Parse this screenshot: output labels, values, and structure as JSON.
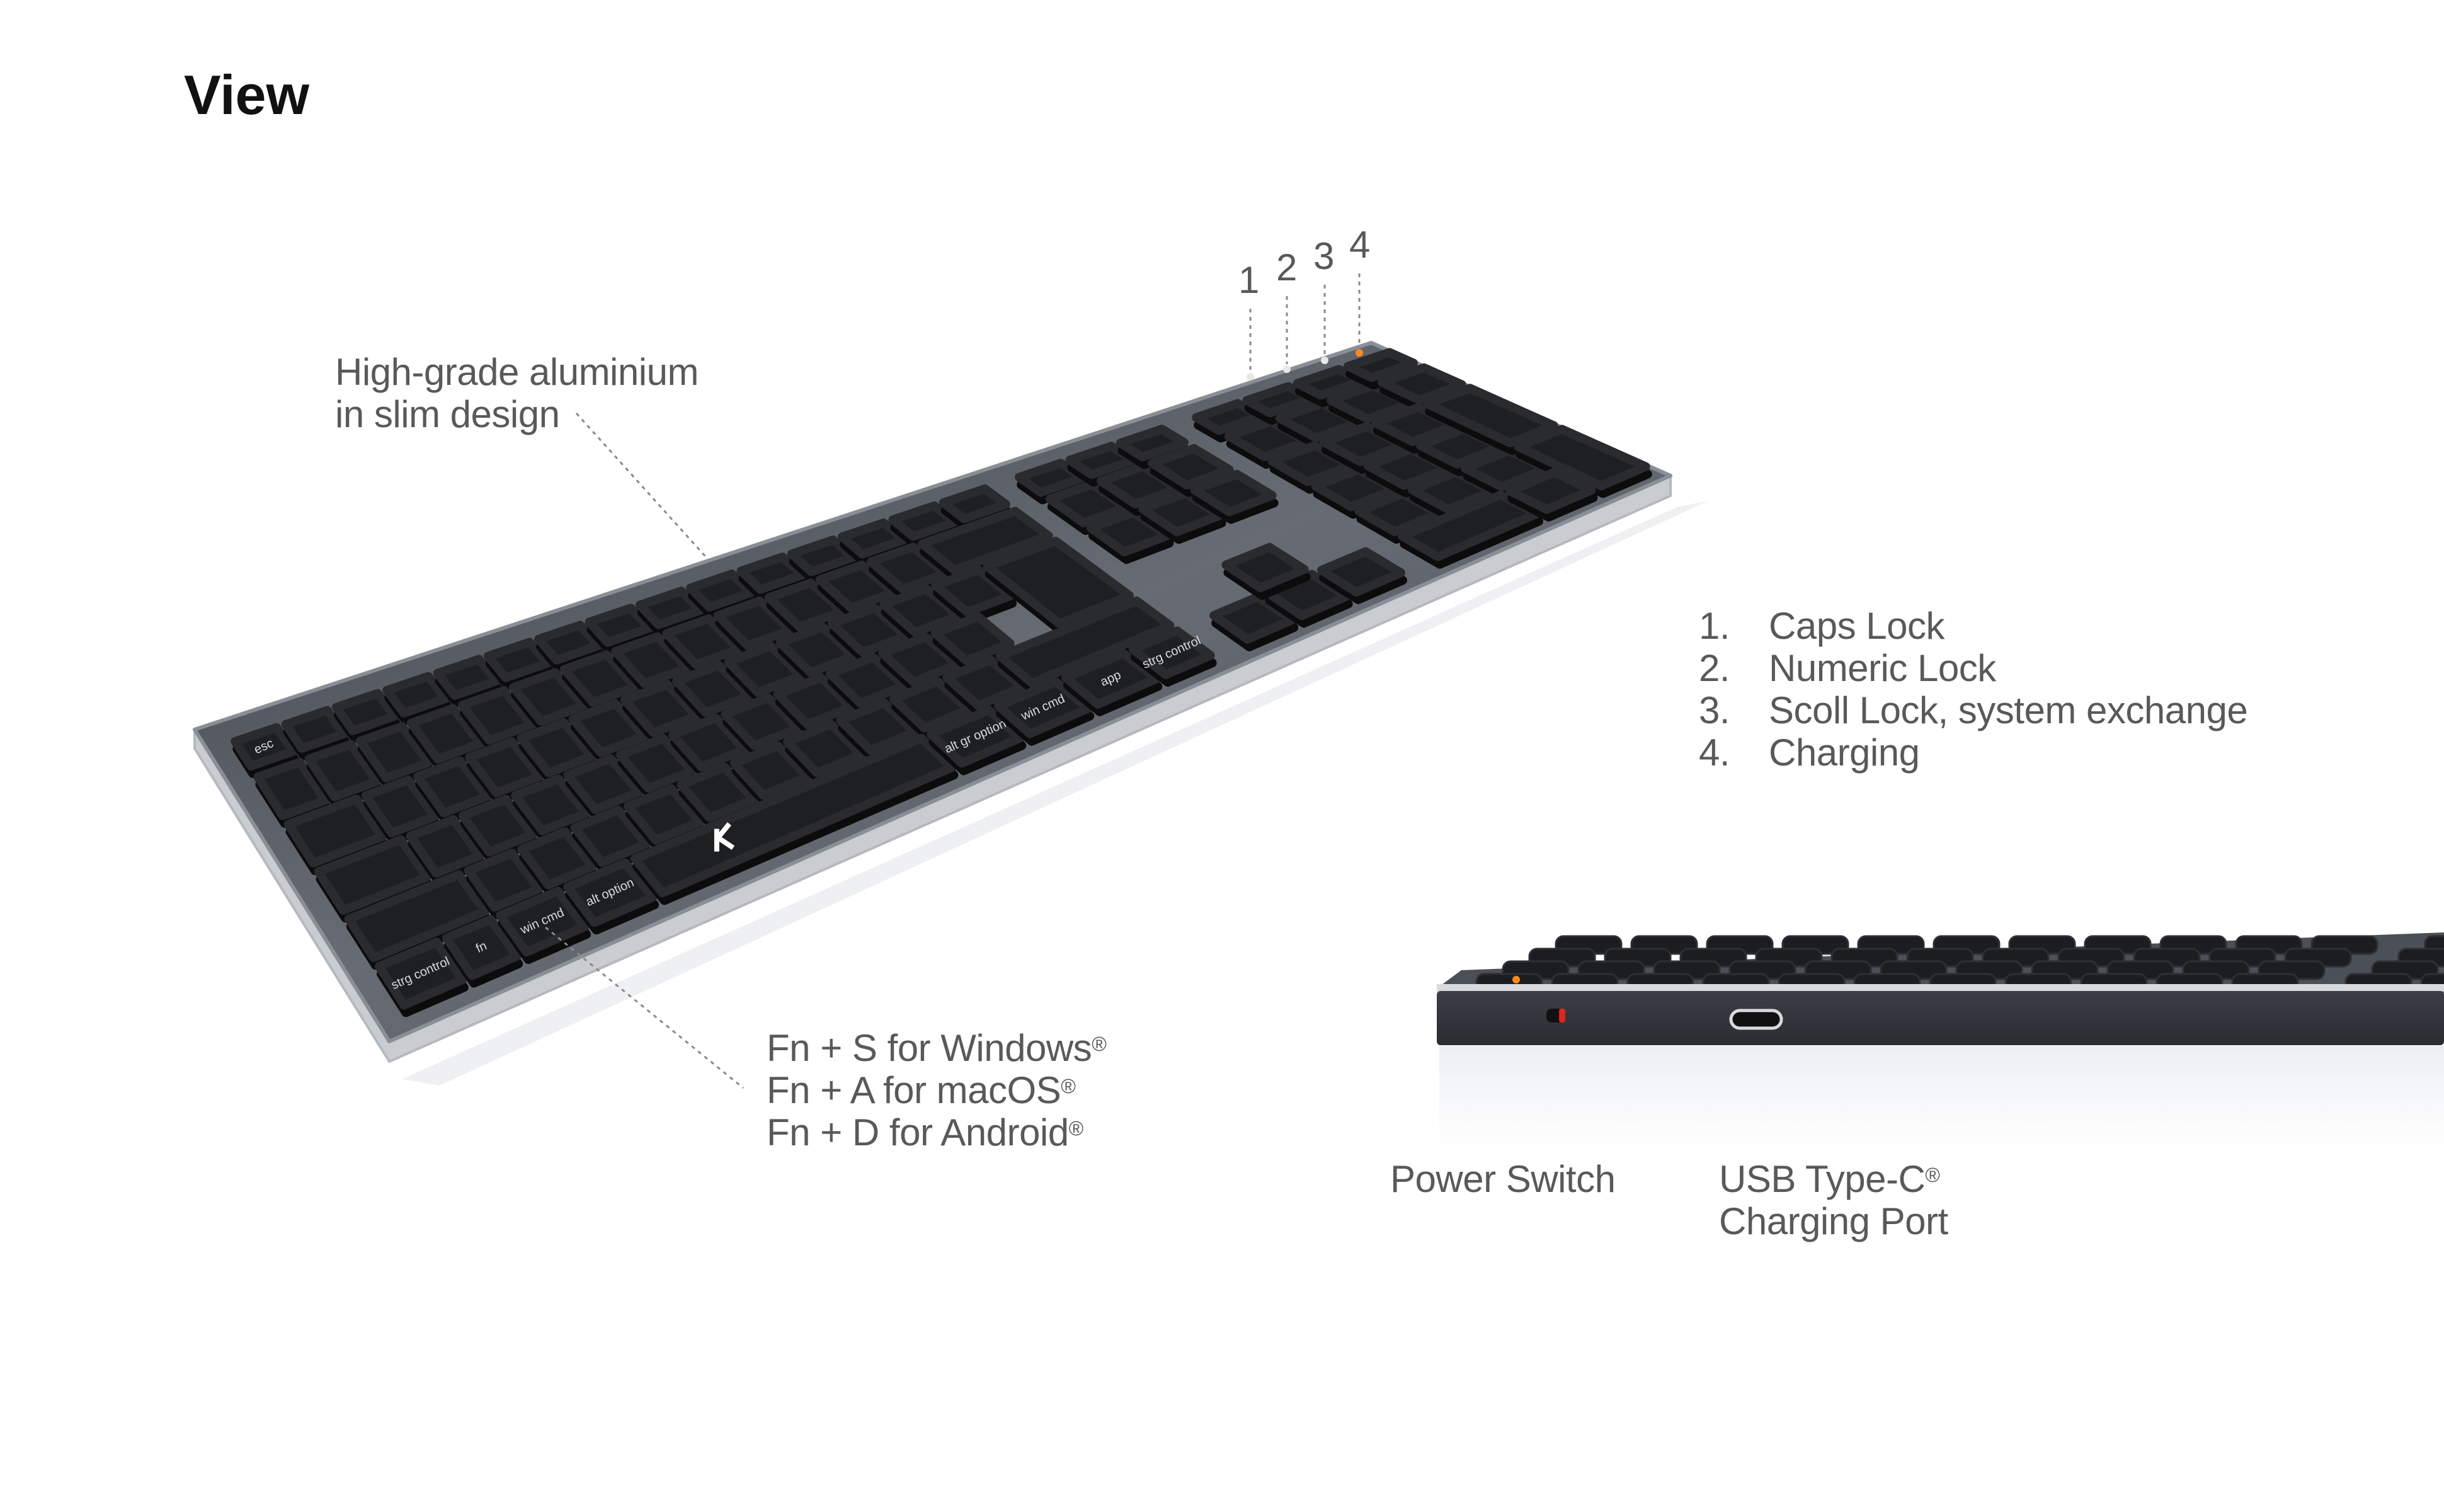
{
  "title": "View",
  "callouts": {
    "material": [
      "High-grade aluminium",
      "in slim design"
    ],
    "fn_combos": [
      {
        "text": "Fn + S for Windows",
        "mark": "®"
      },
      {
        "text": "Fn + A for macOS",
        "mark": "®"
      },
      {
        "text": "Fn + D for Android",
        "mark": "®"
      }
    ],
    "indicator_numbers": [
      "1",
      "2",
      "3",
      "4"
    ],
    "indicators": [
      {
        "num": "1.",
        "label": "Caps Lock"
      },
      {
        "num": "2.",
        "label": "Numeric Lock"
      },
      {
        "num": "3.",
        "label": "Scoll Lock, system exchange"
      },
      {
        "num": "4.",
        "label": "Charging"
      }
    ],
    "power_switch": "Power Switch",
    "usb": {
      "line1": "USB Type-C",
      "mark": "®",
      "line2": "Charging Port"
    }
  },
  "key_legends": {
    "esc": "esc",
    "fn": "fn",
    "ctrl": "strg control",
    "win": "win cmd",
    "alt": "alt option",
    "altgr": "alt gr option",
    "cmd": "win cmd",
    "app": "app",
    "ctrl_r": "strg control"
  },
  "colors": {
    "text": "#58595b",
    "key": "#1e1f21",
    "plate": "#5c6068",
    "frame": "#c9ccd1",
    "charging_led": "#ff8a1c",
    "switch": "#e0261b"
  }
}
